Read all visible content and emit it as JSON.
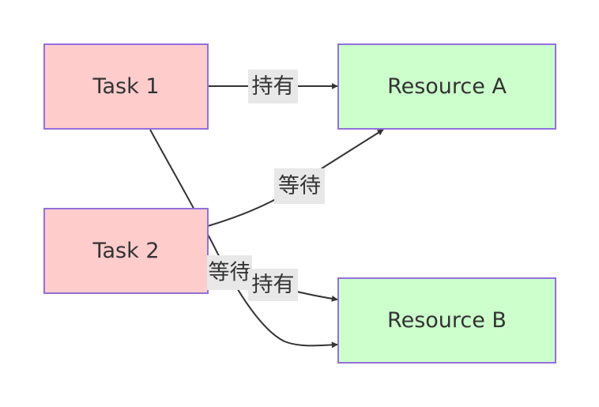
{
  "colors": {
    "task_fill": "#ffcccc",
    "resource_fill": "#ccffcc",
    "node_stroke": "#9370db",
    "edge_stroke": "#333333",
    "edge_label_bg": "#e8e8e8",
    "text": "#333333"
  },
  "nodes": {
    "task1": {
      "label": "Task 1"
    },
    "task2": {
      "label": "Task 2"
    },
    "resource_a": {
      "label": "Resource A"
    },
    "resource_b": {
      "label": "Resource B"
    }
  },
  "edges": {
    "task1_resource_a": {
      "from": "Task 1",
      "to": "Resource A",
      "label": "持有"
    },
    "task2_resource_a": {
      "from": "Task 2",
      "to": "Resource A",
      "label": "等待"
    },
    "task1_resource_b": {
      "from": "Task 1",
      "to": "Resource B",
      "label": "等待"
    },
    "task2_resource_b": {
      "from": "Task 2",
      "to": "Resource B",
      "label": "持有"
    }
  }
}
